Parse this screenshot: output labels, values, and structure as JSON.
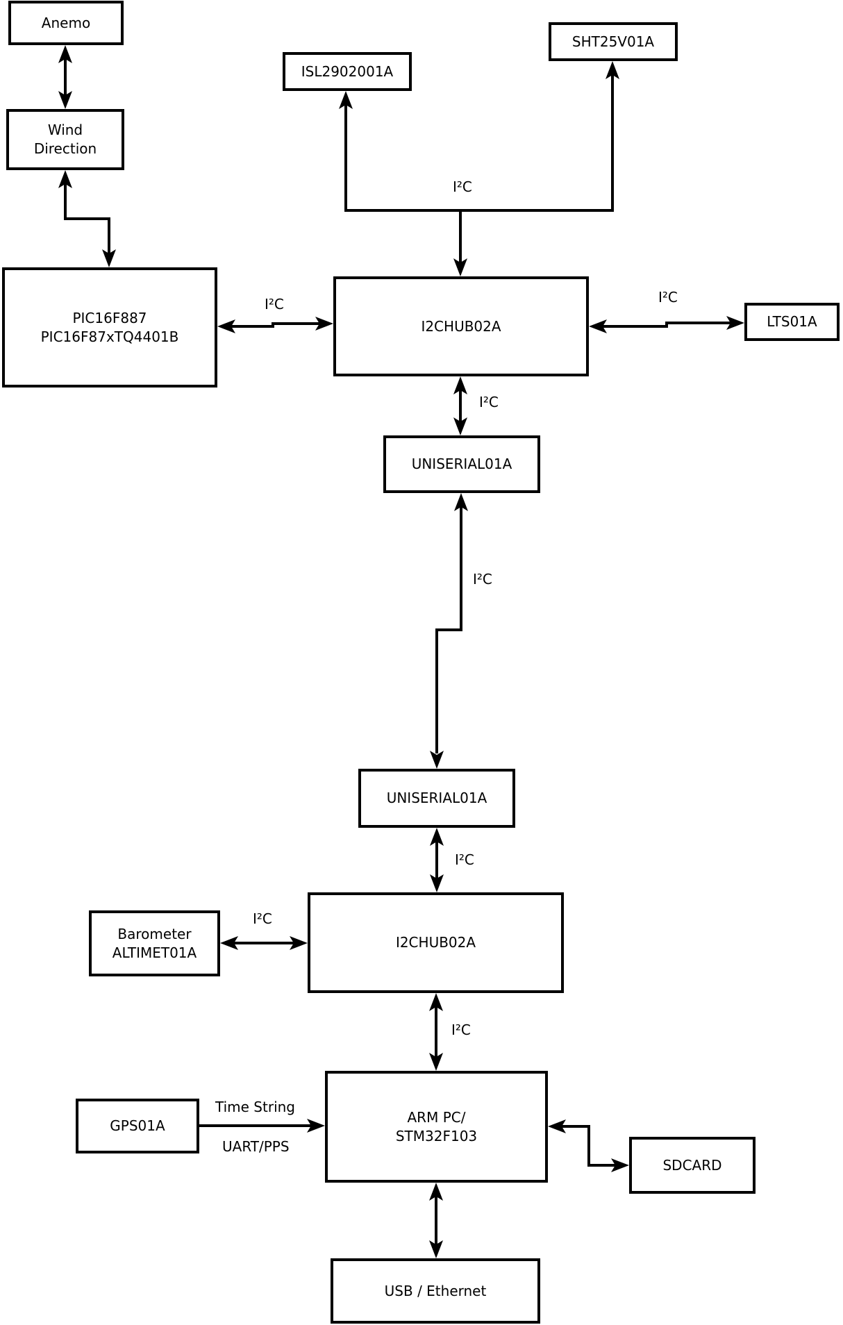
{
  "diagram": {
    "nodes": {
      "anemo": {
        "label": "Anemo"
      },
      "wind_direction": {
        "label": "Wind\nDirection"
      },
      "pic": {
        "label": "PIC16F887\nPIC16F87xTQ4401B"
      },
      "isl": {
        "label": "ISL2902001A"
      },
      "sht": {
        "label": "SHT25V01A"
      },
      "i2c_hub_1": {
        "label": "I2CHUB02A"
      },
      "lts": {
        "label": "LTS01A"
      },
      "uniserial_1": {
        "label": "UNISERIAL01A"
      },
      "uniserial_2": {
        "label": "UNISERIAL01A"
      },
      "i2c_hub_2": {
        "label": "I2CHUB02A"
      },
      "barometer": {
        "label": "Barometer\nALTIMET01A"
      },
      "arm_pc": {
        "label": "ARM PC/\nSTM32F103"
      },
      "gps": {
        "label": "GPS01A"
      },
      "sdcard": {
        "label": "SDCARD"
      },
      "usb_ethernet": {
        "label": "USB / Ethernet"
      }
    },
    "edge_labels": {
      "i2c_sensor_bus": "I²C",
      "i2c_pic_hub1": "I²C",
      "i2c_hub1_lts": "I²C",
      "i2c_hub1_uniserial1": "I²C",
      "i2c_uniserial_link": "I²C",
      "i2c_uniserial2_hub2": "I²C",
      "i2c_barometer_hub2": "I²C",
      "i2c_hub2_armpc": "I²C",
      "gps_time_string": "Time String",
      "gps_uart_pps": "UART/PPS"
    },
    "connections": [
      {
        "from": "Anemo",
        "to": "Wind Direction",
        "label": "",
        "bidirectional": true
      },
      {
        "from": "Wind Direction",
        "to": "PIC16F887",
        "label": "",
        "bidirectional": true
      },
      {
        "from": "I2CHUB02A (1)",
        "to": "ISL2902001A",
        "label": "I²C",
        "bidirectional": false
      },
      {
        "from": "I2CHUB02A (1)",
        "to": "SHT25V01A",
        "label": "I²C",
        "bidirectional": false
      },
      {
        "from": "PIC16F887",
        "to": "I2CHUB02A (1)",
        "label": "I²C",
        "bidirectional": true
      },
      {
        "from": "I2CHUB02A (1)",
        "to": "LTS01A",
        "label": "I²C",
        "bidirectional": true
      },
      {
        "from": "I2CHUB02A (1)",
        "to": "UNISERIAL01A (1)",
        "label": "I²C",
        "bidirectional": true
      },
      {
        "from": "UNISERIAL01A (1)",
        "to": "UNISERIAL01A (2)",
        "label": "I²C",
        "bidirectional": true
      },
      {
        "from": "UNISERIAL01A (2)",
        "to": "I2CHUB02A (2)",
        "label": "I²C",
        "bidirectional": true
      },
      {
        "from": "Barometer ALTIMET01A",
        "to": "I2CHUB02A (2)",
        "label": "I²C",
        "bidirectional": true
      },
      {
        "from": "I2CHUB02A (2)",
        "to": "ARM PC/STM32F103",
        "label": "I²C",
        "bidirectional": true
      },
      {
        "from": "GPS01A",
        "to": "ARM PC/STM32F103",
        "label": "Time String / UART/PPS",
        "bidirectional": false
      },
      {
        "from": "ARM PC/STM32F103",
        "to": "SDCARD",
        "label": "",
        "bidirectional": true
      },
      {
        "from": "ARM PC/STM32F103",
        "to": "USB / Ethernet",
        "label": "",
        "bidirectional": true
      }
    ],
    "colors": {
      "line": "#000000",
      "background": "#ffffff",
      "text": "#000000"
    }
  }
}
